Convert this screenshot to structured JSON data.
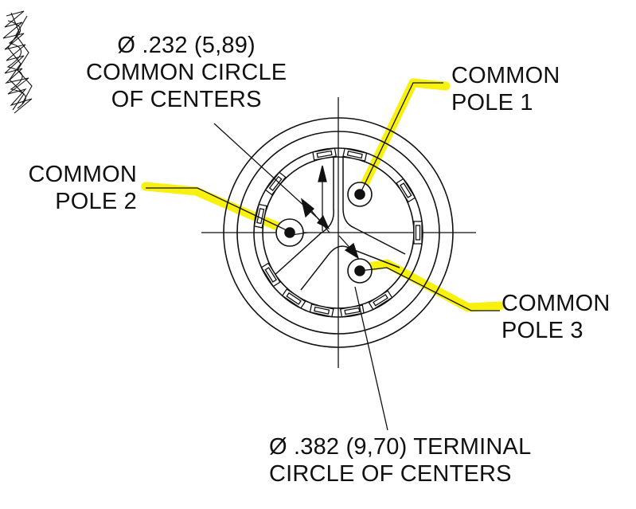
{
  "diagram": {
    "callouts": {
      "common_circle": {
        "line1": "Ø .232 (5,89)",
        "line2": "COMMON CIRCLE",
        "line3": "OF CENTERS"
      },
      "common_pole_1": {
        "line1": "COMMON",
        "line2": "POLE 1"
      },
      "common_pole_2": {
        "line1": "COMMON",
        "line2": "POLE 2"
      },
      "common_pole_3": {
        "line1": "COMMON",
        "line2": "POLE 3"
      },
      "terminal_circle": {
        "line1": "Ø .382 (9,70) TERMINAL",
        "line2": "CIRCLE OF CENTERS"
      }
    },
    "colors": {
      "ink": "#111111",
      "highlight": "#f7f000"
    }
  }
}
